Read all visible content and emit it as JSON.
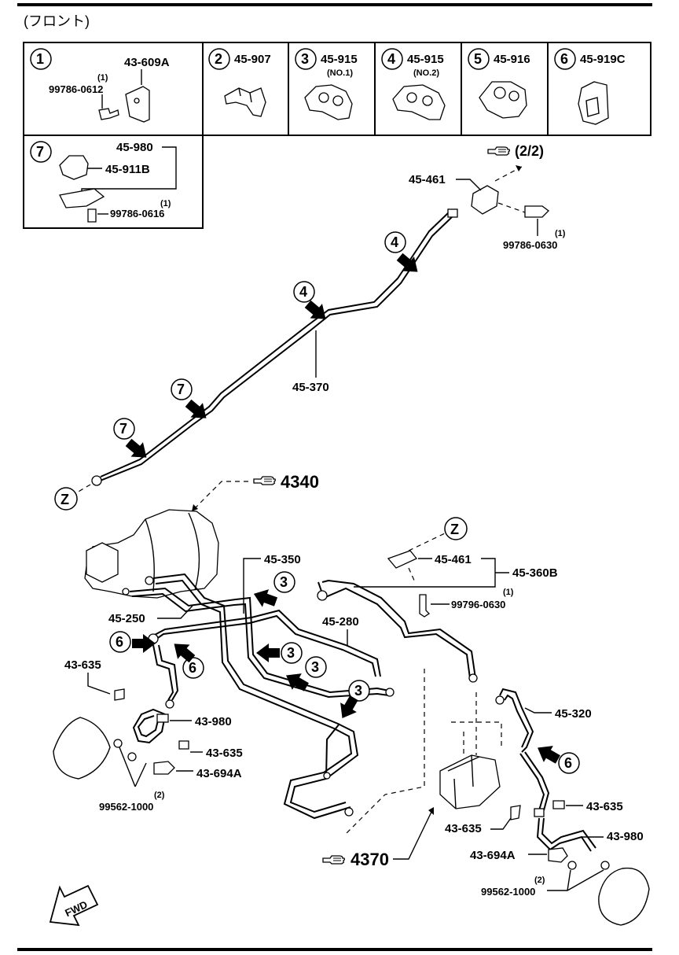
{
  "header": {
    "title": "(フロント)"
  },
  "legend": {
    "items": [
      {
        "num": "1",
        "part": "43-609A",
        "sub": "",
        "fastener": "99786-0612",
        "qty": "(1)"
      },
      {
        "num": "2",
        "part": "45-907",
        "sub": ""
      },
      {
        "num": "3",
        "part": "45-915",
        "sub": "(NO.1)"
      },
      {
        "num": "4",
        "part": "45-915",
        "sub": "(NO.2)"
      },
      {
        "num": "5",
        "part": "45-916",
        "sub": ""
      },
      {
        "num": "6",
        "part": "45-919C",
        "sub": ""
      },
      {
        "num": "7",
        "part": "45-980",
        "part2": "45-911B",
        "fastener": "99786-0616",
        "qty": "(1)"
      }
    ]
  },
  "diagram": {
    "ref_2_2": "(2/2)",
    "p_45461_top": "45-461",
    "p_99786_0630": "99786-0630",
    "qty_0630": "(1)",
    "p_45370": "45-370",
    "z_label": "Z",
    "ref_4340": "4340",
    "p_45350": "45-350",
    "p_45461_mid": "45-461",
    "p_45360B": "45-360B",
    "p_99796_0630": "99796-0630",
    "qty_99796": "(1)",
    "p_45250": "45-250",
    "p_45280": "45-280",
    "p_43635_a": "43-635",
    "p_43980_a": "43-980",
    "p_43635_b": "43-635",
    "p_43694A_a": "43-694A",
    "qty_99562_a": "(2)",
    "p_99562_a": "99562-1000",
    "p_45320": "45-320",
    "p_43635_c": "43-635",
    "p_43635_d": "43-635",
    "p_43980_b": "43-980",
    "p_43694A_b": "43-694A",
    "qty_99562_b": "(2)",
    "p_99562_b": "99562-1000",
    "ref_4370": "4370",
    "fwd": "FWD",
    "callout_4": "4",
    "callout_7": "7",
    "callout_3": "3",
    "callout_6": "6"
  }
}
